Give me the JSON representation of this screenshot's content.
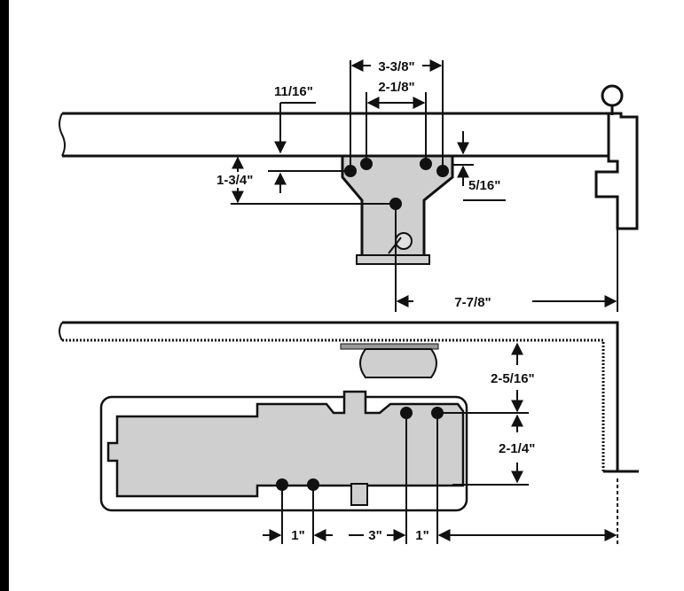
{
  "diagram": {
    "dimensions": {
      "d_3_3_8": "3-3/8\"",
      "d_2_1_8": "2-1/8\"",
      "d_11_16": "11/16\"",
      "d_1_3_4": "1-3/4\"",
      "d_5_16": "5/16\"",
      "d_7_7_8": "7-7/8\"",
      "d_2_5_16": "2-5/16\"",
      "d_2_1_4": "2-1/4\"",
      "d_1_left": "1\"",
      "d_3": "3\"",
      "d_1_right": "1\""
    }
  }
}
